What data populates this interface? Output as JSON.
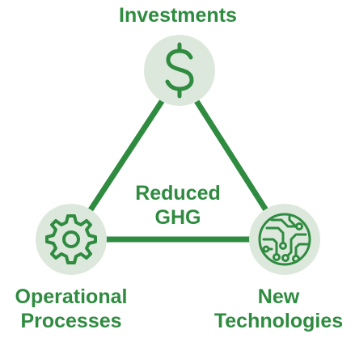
{
  "diagram": {
    "colors": {
      "accent": "#2e8b3f",
      "node_fill": "#dde8dc"
    },
    "nodes": {
      "top": {
        "label": "Investments",
        "icon": "dollar-icon"
      },
      "left": {
        "label_lines": [
          "Operational",
          "Processes"
        ],
        "icon": "gear-icon"
      },
      "right": {
        "label_lines": [
          "New",
          "Technologies"
        ],
        "icon": "circuit-icon"
      }
    },
    "center": {
      "label_lines": [
        "Reduced",
        "GHG"
      ]
    }
  }
}
